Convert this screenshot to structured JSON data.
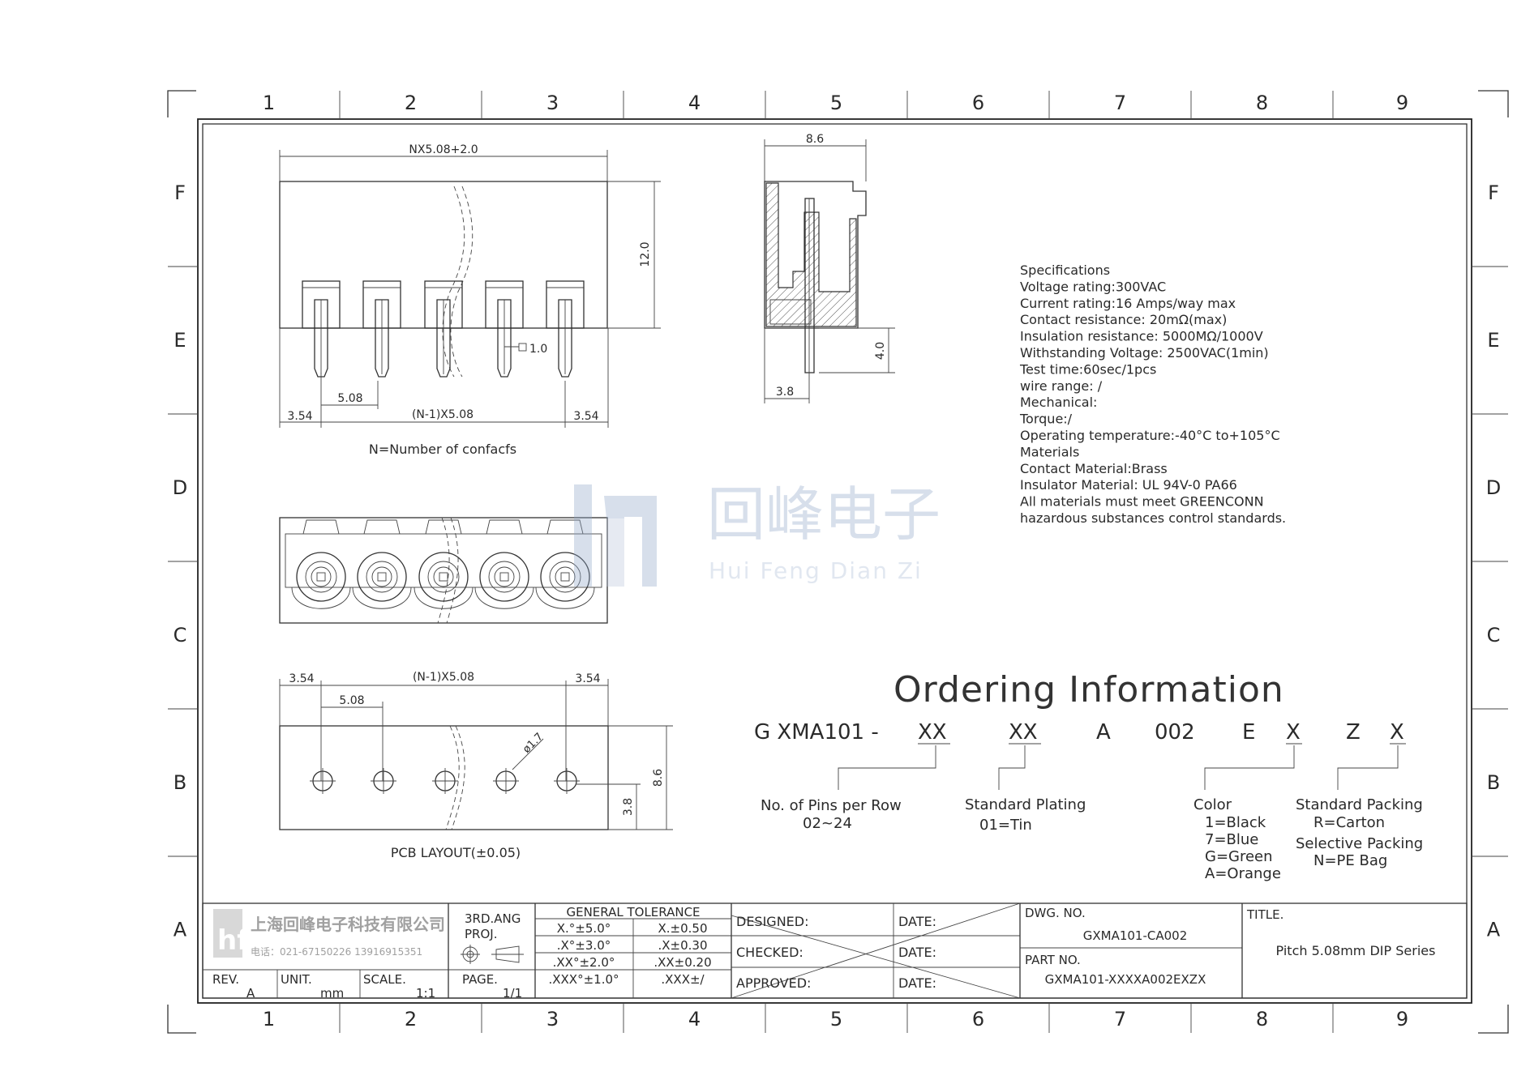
{
  "frame": {
    "columns": [
      "1",
      "2",
      "3",
      "4",
      "5",
      "6",
      "7",
      "8",
      "9"
    ],
    "rows": [
      "F",
      "E",
      "D",
      "C",
      "B",
      "A"
    ]
  },
  "front_view": {
    "dim_width": "NX5.08+2.0",
    "dim_height": "12.0",
    "dim_pin": "1.0",
    "dim_left": "3.54",
    "dim_pitch": "5.08",
    "dim_span": "(N-1)X5.08",
    "dim_right": "3.54",
    "note": "N=Number  of  confacfs"
  },
  "side_view": {
    "dim_width": "8.6",
    "dim_pin_length": "4.0",
    "dim_pin_offset": "3.8"
  },
  "pcb_view": {
    "dim_left": "3.54",
    "dim_pitch": "5.08",
    "dim_span": "(N-1)X5.08",
    "dim_right": "3.54",
    "dim_hole": "ø1.7",
    "dim_height": "8.6",
    "dim_offset": "3.8",
    "caption": "PCB  LAYOUT(±0.05)"
  },
  "specifications": [
    "Specifications",
    "Voltage  rating:300VAC",
    "Current  rating:16  Amps/way  max",
    "Contact  resistance:  20mΩ(max)",
    "Insulation  resistance:  5000MΩ/1000V",
    "Withstanding  Voltage:  2500VAC(1min)",
    "Test  time:60sec/1pcs",
    "wire  range:  /",
    "Mechanical:",
    "Torque:/",
    "Operating  temperature:-40°C  to+105°C",
    "Materials",
    "Contact  Material:Brass",
    "Insulator  Material:  UL  94V-0  PA66",
    "All  materials  must  meet  GREENCONN",
    "hazardous  substances  control  standards."
  ],
  "watermark": {
    "cn": "回峰电子",
    "en": "Hui Feng Dian Zi"
  },
  "ordering": {
    "title": "Ordering  Information",
    "code_prefix": "G  XMA101  -",
    "code_pins": "XX",
    "code_plating": "XX",
    "code_a": "A",
    "code_002": "002",
    "code_e": "E",
    "code_color": "X",
    "code_z": "Z",
    "code_packing": "X",
    "pins_label": "No.  of  Pins  per  Row",
    "pins_range": "02~24",
    "plating_label": "Standard  Plating",
    "plating_value": "01=Tin",
    "color_label": "Color",
    "color_options": [
      "1=Black",
      "7=Blue",
      "G=Green",
      "A=Orange"
    ],
    "packing_label": "Standard  Packing",
    "packing_value": "R=Carton",
    "selective_label": "Selective  Packing",
    "selective_value": "N=PE  Bag"
  },
  "title_block": {
    "company_cn": "上海回峰电子科技有限公司",
    "company_phone": "电话：021-67150226  13916915351",
    "proj_line1": "3RD.ANG",
    "proj_line2": "PROJ.",
    "tol_header": "GENERAL  TOLERANCE",
    "tol_rows": [
      [
        "X.°±5.0°",
        "X.±0.50"
      ],
      [
        ".X°±3.0°",
        ".X±0.30"
      ],
      [
        ".XX°±2.0°",
        ".XX±0.20"
      ],
      [
        ".XXX°±1.0°",
        ".XXX±/"
      ]
    ],
    "designed": "DESIGNED:",
    "checked": "CHECKED:",
    "approved": "APPROVED:",
    "date": "DATE:",
    "dwg_label": "DWG.  NO.",
    "dwg_value": "GXMA101-CA002",
    "part_label": "PART  NO.",
    "part_value": "GXMA101-XXXXA002EXZX",
    "title_label": "TITLE.",
    "title_value": "Pitch  5.08mm  DIP  Series",
    "rev_label": "REV.",
    "rev_value": "A",
    "unit_label": "UNIT.",
    "unit_value": "mm",
    "scale_label": "SCALE.",
    "scale_value": "1:1",
    "page_label": "PAGE.",
    "page_value": "1/1"
  }
}
